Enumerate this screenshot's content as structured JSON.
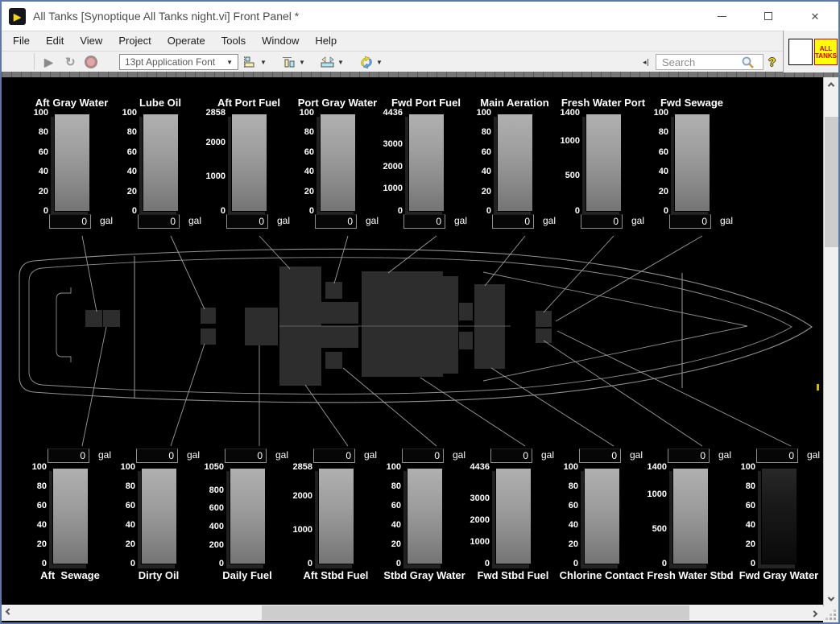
{
  "window": {
    "title": "All Tanks [Synoptique All Tanks night.vi] Front Panel *",
    "controls": {
      "minimize": "minimize",
      "maximize": "maximize",
      "close": "close"
    }
  },
  "menu": {
    "items": [
      "File",
      "Edit",
      "View",
      "Project",
      "Operate",
      "Tools",
      "Window",
      "Help"
    ]
  },
  "toolbar": {
    "run_icon": "run-arrow",
    "run_continuously_icon": "run-continuously",
    "abort_icon": "abort-execution",
    "font_selector": "13pt Application Font",
    "align_icon": "align-objects",
    "distribute_icon": "distribute-objects",
    "resize_icon": "resize-objects",
    "reorder_icon": "reorder-objects",
    "search": {
      "placeholder": "Search"
    },
    "help_icon": "context-help"
  },
  "vi_icon_badge": {
    "line1": "ALL",
    "line2": "TANKS",
    "bg": "#ffff00",
    "fg": "#cc0000"
  },
  "panel": {
    "bg": "#000000",
    "unit": "gal",
    "top_gauges": [
      {
        "name": "Aft Gray Water",
        "max": 100,
        "ticks": [
          100,
          80,
          60,
          40,
          20,
          0
        ],
        "value": "0"
      },
      {
        "name": "Lube Oil",
        "max": 100,
        "ticks": [
          100,
          80,
          60,
          40,
          20,
          0
        ],
        "value": "0"
      },
      {
        "name": "Aft Port Fuel",
        "max": 2858,
        "ticks": [
          2858,
          2000,
          1000,
          0
        ],
        "value": "0"
      },
      {
        "name": "Port Gray Water",
        "max": 100,
        "ticks": [
          100,
          80,
          60,
          40,
          20,
          0
        ],
        "value": "0"
      },
      {
        "name": "Fwd Port Fuel",
        "max": 4436,
        "ticks": [
          4436,
          3000,
          2000,
          1000,
          0
        ],
        "value": "0"
      },
      {
        "name": "Main Aeration",
        "max": 100,
        "ticks": [
          100,
          80,
          60,
          40,
          20,
          0
        ],
        "value": "0"
      },
      {
        "name": "Fresh Water Port",
        "max": 1400,
        "ticks": [
          1400,
          1000,
          500,
          0
        ],
        "value": "0"
      },
      {
        "name": "Fwd Sewage",
        "max": 100,
        "ticks": [
          100,
          80,
          60,
          40,
          20,
          0
        ],
        "value": "0"
      }
    ],
    "bottom_gauges": [
      {
        "name": "Aft  Sewage",
        "max": 100,
        "ticks": [
          100,
          80,
          60,
          40,
          20,
          0
        ],
        "value": "0"
      },
      {
        "name": "Dirty Oil",
        "max": 100,
        "ticks": [
          100,
          80,
          60,
          40,
          20,
          0
        ],
        "value": "0"
      },
      {
        "name": "Daily Fuel",
        "max": 1050,
        "ticks": [
          1050,
          800,
          600,
          400,
          200,
          0
        ],
        "value": "0"
      },
      {
        "name": "Aft Stbd Fuel",
        "max": 2858,
        "ticks": [
          2858,
          2000,
          1000,
          0
        ],
        "value": "0"
      },
      {
        "name": "Stbd Gray Water",
        "max": 100,
        "ticks": [
          100,
          80,
          60,
          40,
          20,
          0
        ],
        "value": "0"
      },
      {
        "name": "Fwd Stbd Fuel",
        "max": 4436,
        "ticks": [
          4436,
          3000,
          2000,
          1000,
          0
        ],
        "value": "0"
      },
      {
        "name": "Chlorine Contact",
        "max": 100,
        "ticks": [
          100,
          80,
          60,
          40,
          20,
          0
        ],
        "value": "0"
      },
      {
        "name": "Fresh Water Stbd",
        "max": 1400,
        "ticks": [
          1400,
          1000,
          500,
          0
        ],
        "value": "0"
      },
      {
        "name": "Fwd Gray Water",
        "max": 100,
        "ticks": [
          100,
          80,
          60,
          40,
          20,
          0
        ],
        "value": "0",
        "variant": "dark"
      }
    ]
  }
}
